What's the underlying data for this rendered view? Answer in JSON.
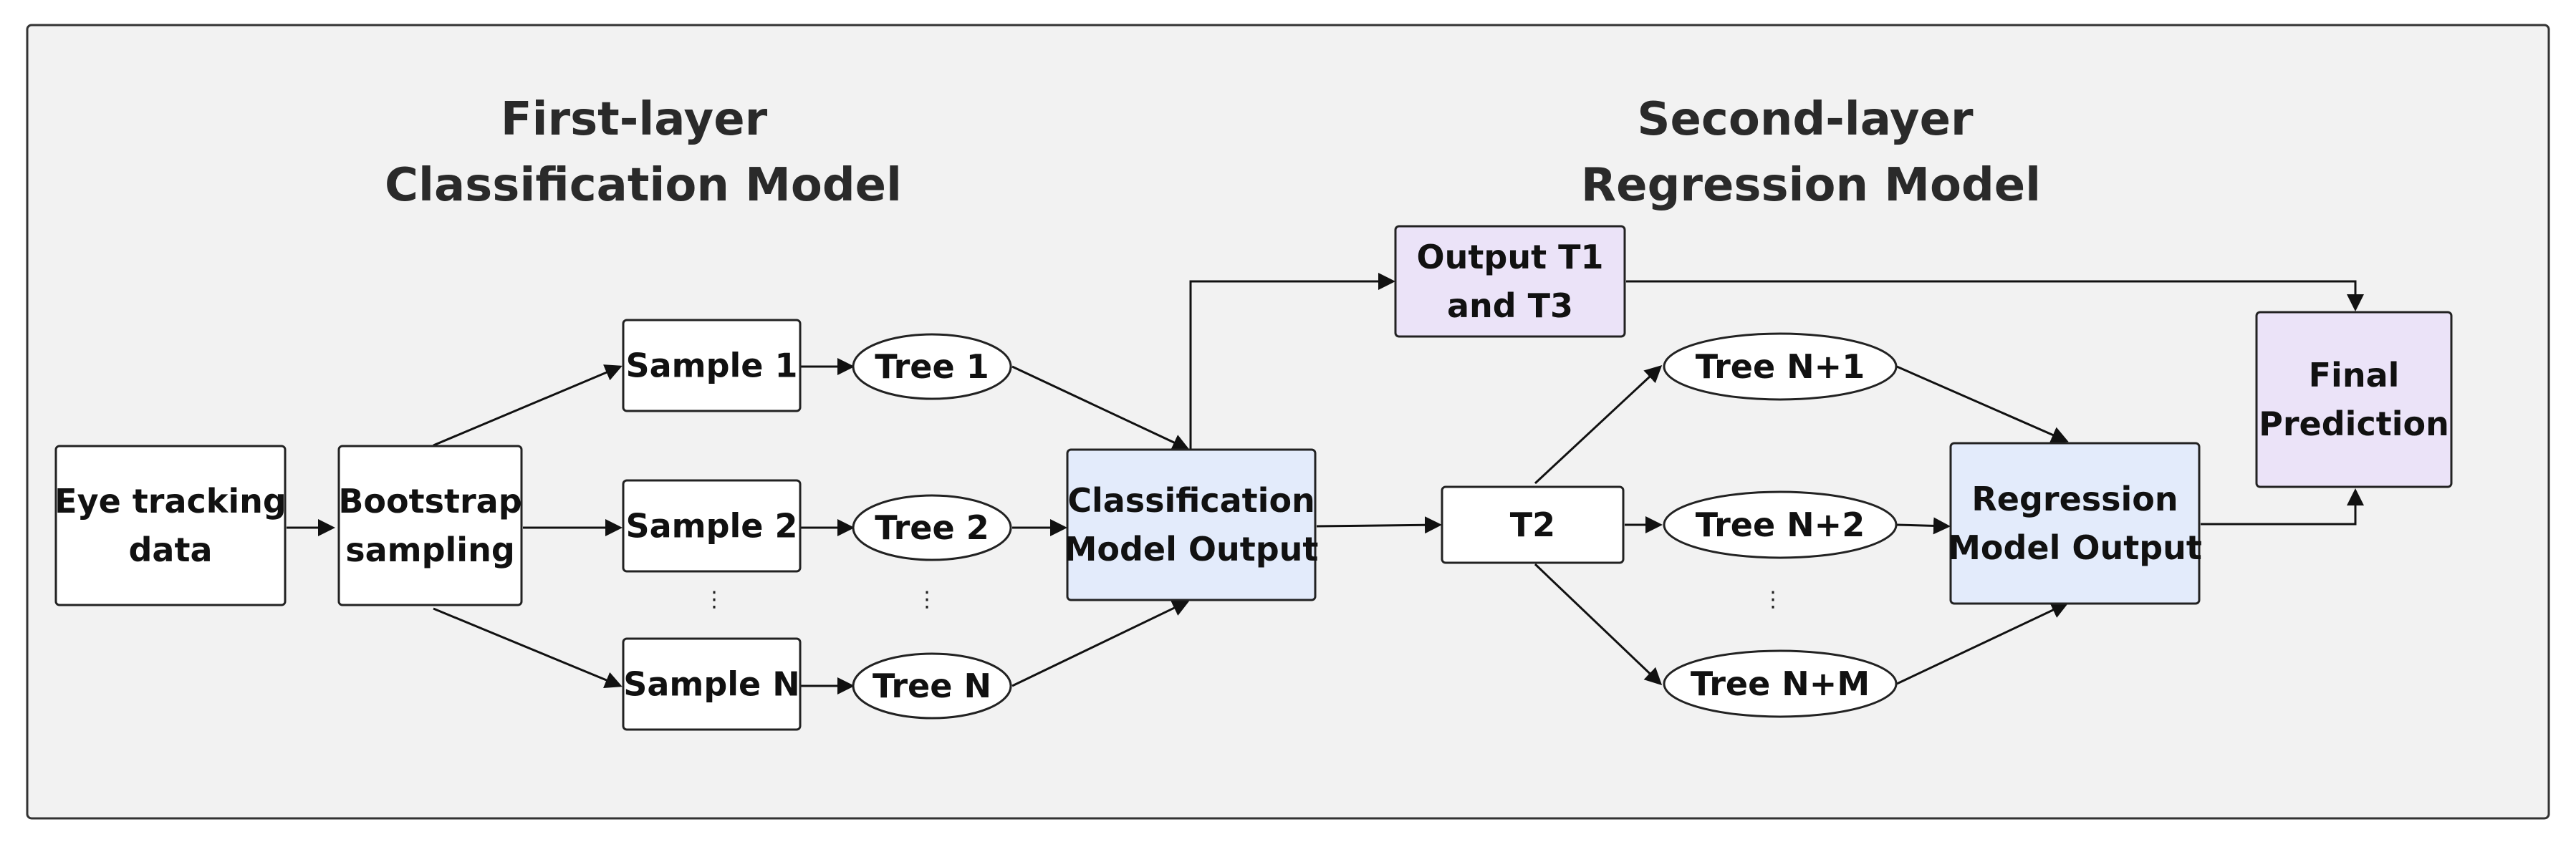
{
  "titles": {
    "first_line1": "First-layer",
    "first_line2": "Classification Model",
    "second_line1": "Second-layer",
    "second_line2": "Regression Model"
  },
  "nodes": {
    "eye_tracking": [
      "Eye tracking",
      "data"
    ],
    "bootstrap": [
      "Bootstrap",
      "sampling"
    ],
    "sample1": [
      "Sample 1"
    ],
    "sample2": [
      "Sample 2"
    ],
    "sampleN": [
      "Sample N"
    ],
    "tree1": [
      "Tree 1"
    ],
    "tree2": [
      "Tree 2"
    ],
    "treeN": [
      "Tree N"
    ],
    "class_output": [
      "Classification",
      "Model Output"
    ],
    "output_t1t3": [
      "Output T1",
      "and T3"
    ],
    "t2": [
      "T2"
    ],
    "treeN1": [
      "Tree N+1"
    ],
    "treeN2": [
      "Tree N+2"
    ],
    "treeNM": [
      "Tree N+M"
    ],
    "reg_output": [
      "Regression",
      "Model Output"
    ],
    "final": [
      "Final",
      "Prediction"
    ]
  },
  "ellipsis": "⋮",
  "colors": {
    "panel_bg": "#f2f2f2",
    "box_white": "#ffffff",
    "model_output_fill": "#e3ebfb",
    "output_fill": "#ebe3f8",
    "stroke": "#222222"
  }
}
